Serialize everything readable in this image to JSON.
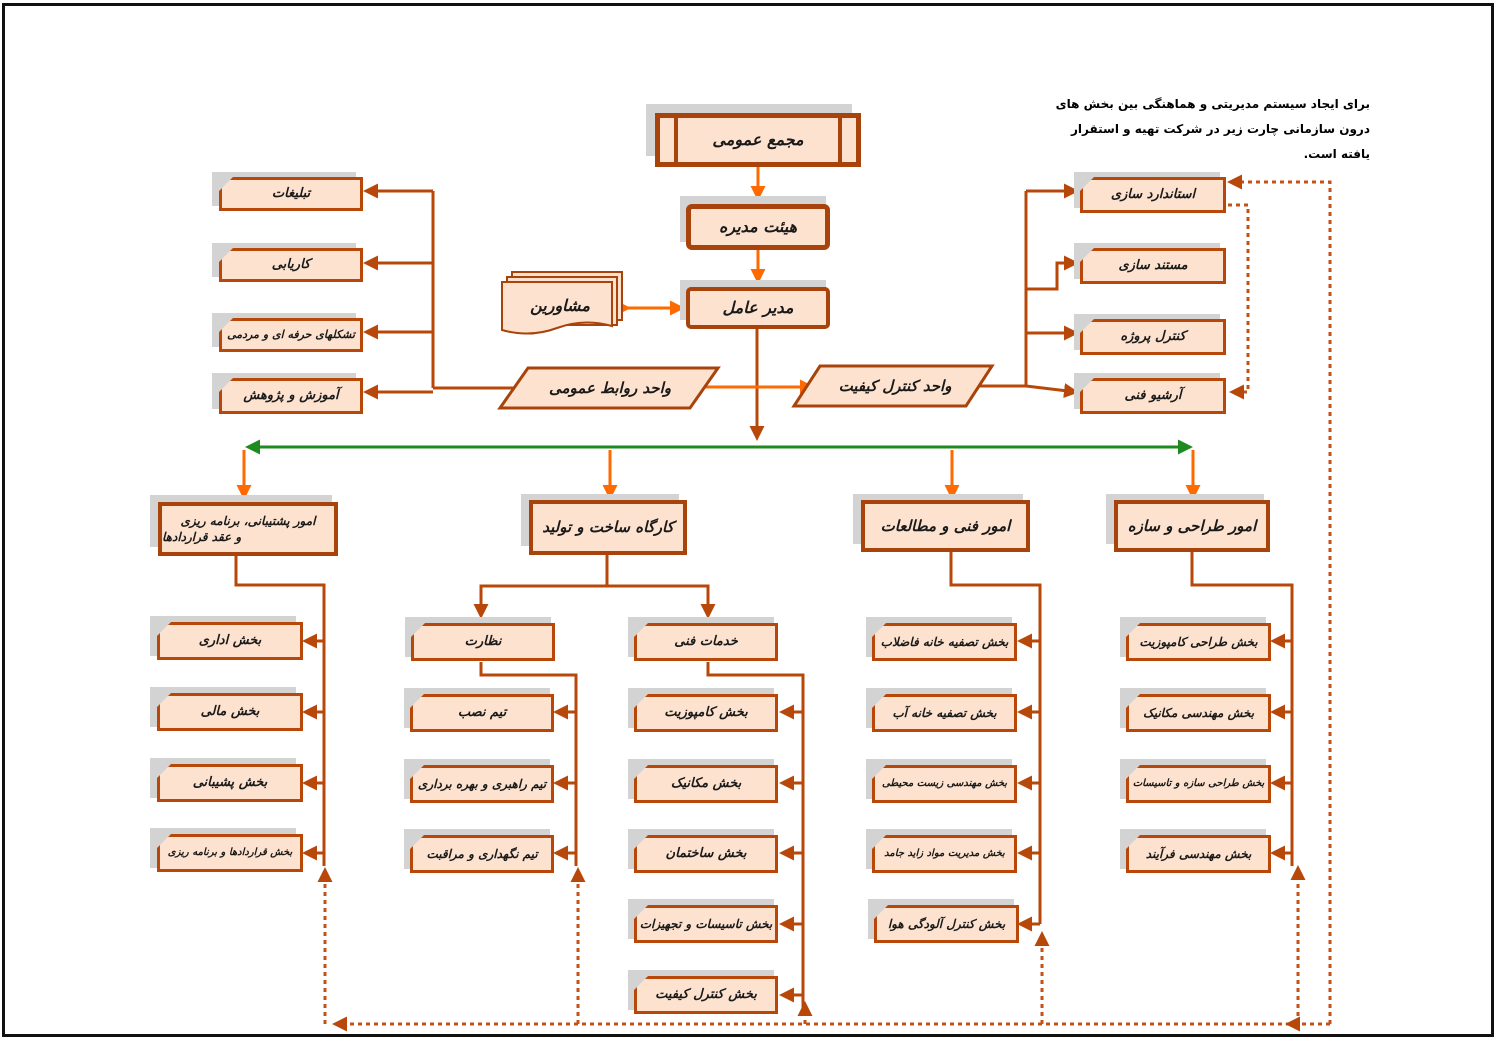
{
  "intro": {
    "line1": "برای ایجاد سیستم مدیریتی و هماهنگی بین بخش های",
    "line2": "درون سازمانی چارت زیر در شرکت تهیه و استقرار یافته است."
  },
  "top": {
    "assembly": "مجمع عمومی",
    "board": "هیئت مدیره",
    "ceo": "مدیر عامل",
    "advisors": "مشاورین"
  },
  "pr": {
    "unit": "واحد روابط عمومی",
    "items": [
      "تبلیغات",
      "کاریابی",
      "تشکلهای حرفه ای و مردمی",
      "آموزش و پژوهش"
    ]
  },
  "qc": {
    "unit": "واحد کنترل کیفیت",
    "items": [
      "استاندارد سازی",
      "مستند سازی",
      "کنترل پروژه",
      "آرشیو فنی"
    ]
  },
  "divisions": {
    "design": {
      "title": "امور طراحی و سازه",
      "items": [
        "بخش طراحی کامپوزیت",
        "بخش مهندسی مکانیک",
        "بخش طراحی سازه و تاسیسات",
        "بخش مهندسی فرآیند"
      ]
    },
    "technical": {
      "title": "امور فنی و مطالعات",
      "items": [
        "بخش تصفیه خانه فاضلاب",
        "بخش تصفیه خانه آب",
        "بخش مهندسی زیست محیطی",
        "بخش مدیریت مواد زاید جامد",
        "بخش کنترل آلودگی هوا"
      ]
    },
    "workshop": {
      "title": "کارگاه ساخت و تولید",
      "services": {
        "title": "خدمات فنی",
        "items": [
          "بخش کامپوزیت",
          "بخش مکانیک",
          "بخش ساختمان",
          "بخش تاسیسات و تجهیزات",
          "بخش کنترل کیفیت"
        ]
      },
      "supervision": {
        "title": "نظارت",
        "items": [
          "تیم نصب",
          "تیم راهبری و بهره برداری",
          "تیم نگهداری و مراقبت"
        ]
      }
    },
    "support": {
      "title_line1": "امور پشتیبانی،  برنامه ریزی",
      "title_line2": "و عقد قراردادها",
      "items": [
        "بخش اداری",
        "بخش مالی",
        "بخش پشیبانی",
        "بخش قراردادها و برنامه ریزی"
      ]
    }
  },
  "colors": {
    "line": "#b8480a",
    "arrow": "#ff6a00",
    "green": "#1f8a1f",
    "fill": "#fde3cf",
    "dotted": "#c0521a"
  }
}
